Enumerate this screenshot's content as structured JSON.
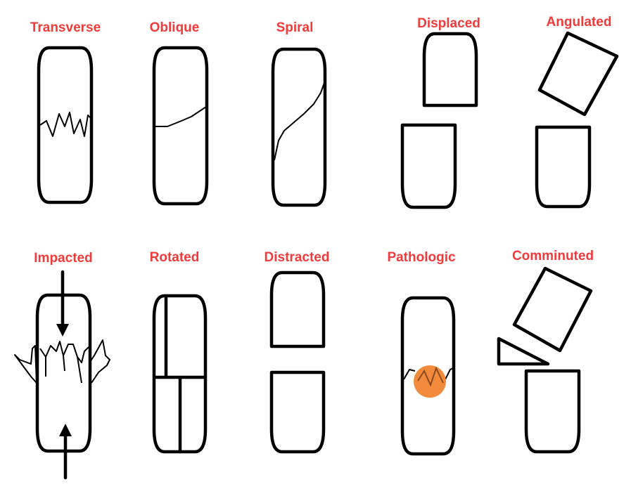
{
  "title": "Fracture types",
  "labels": {
    "transverse": "Transverse",
    "oblique": "Oblique",
    "spiral": "Spiral",
    "displaced": "Displaced",
    "angulated": "Angulated",
    "impacted": "Impacted",
    "rotated": "Rotated",
    "distracted": "Distracted",
    "pathologic": "Pathologic",
    "comminuted": "Comminuted"
  },
  "colors": {
    "label": "#f23a3a",
    "lesion": "#f28a3c",
    "line": "#000000"
  }
}
